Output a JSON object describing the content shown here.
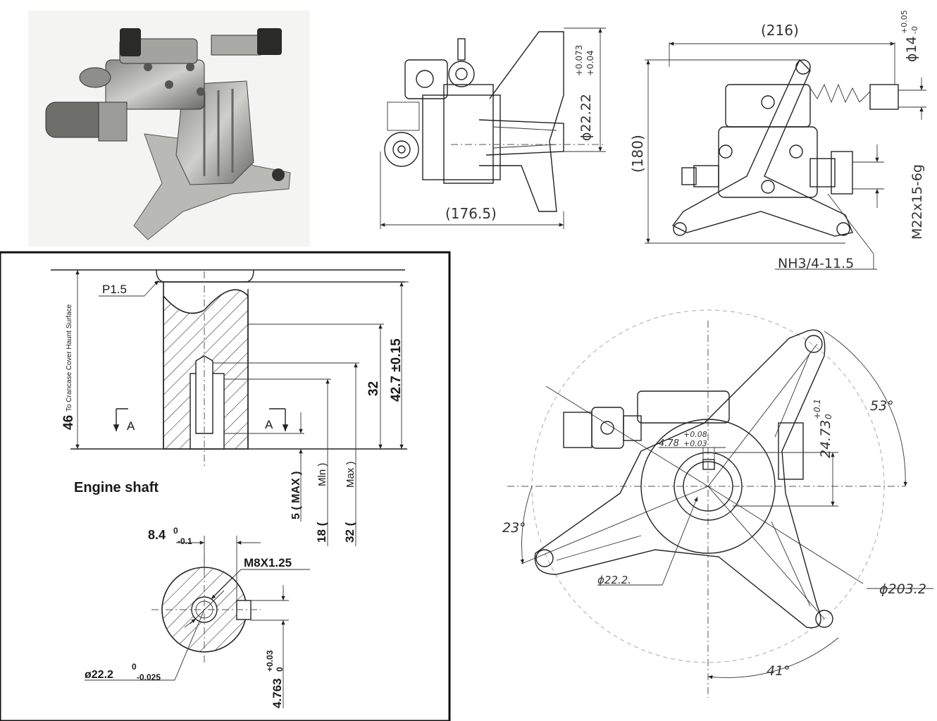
{
  "photo": {
    "icon": "pressure-washer-pump-photo"
  },
  "side_view": {
    "dim_width": "(176.5)",
    "dim_shaft": "ϕ22.22",
    "dim_shaft_tol_upper": "+0.073",
    "dim_shaft_tol_lower": "+0.04"
  },
  "front_view": {
    "dim_width": "(216)",
    "dim_height": "(180)",
    "dim_outlet": "ϕ14",
    "dim_outlet_tol_upper": "+0.05",
    "dim_outlet_tol_lower": "-0",
    "thread_outlet": "M22x15-6g",
    "thread_inlet": "NH3/4-11.5"
  },
  "engine_shaft": {
    "title": "Engine shaft",
    "chamfer": "P1.5",
    "dim_crankcase": "46",
    "dim_crankcase_note": "To Crancase Cover Haunt Surface",
    "dim_total": "42.7 ±0.15",
    "dim_thread_depth": "32",
    "section_a_left": "A",
    "section_a_right": "A",
    "dim_5": "5 ( MAX )",
    "dim_18": "18 (",
    "dim_18_note": "Mln )",
    "dim_32": "32 (",
    "dim_32_note": "Max )",
    "dim_8_4": "8.4",
    "dim_8_4_upper": "0",
    "dim_8_4_lower": "-0.1",
    "thread": "M8X1.25",
    "dim_diameter": "ø22.2",
    "dim_diameter_upper": "0",
    "dim_diameter_lower": "-0.025",
    "dim_key": "4.763",
    "dim_key_upper": "+0.03",
    "dim_key_lower": "0"
  },
  "flange_view": {
    "angle_53": "53°",
    "angle_23": "23°",
    "angle_41": "41°",
    "dim_key_height": "24.73",
    "dim_key_height_upper": "+0.1",
    "dim_key_height_lower": "0",
    "dim_key_width": "4.78",
    "dim_key_width_upper": "+0.08",
    "dim_key_width_lower": "+0.03",
    "dim_bore": "ϕ22.2.",
    "dim_bolt_circle": "ϕ203.2"
  }
}
